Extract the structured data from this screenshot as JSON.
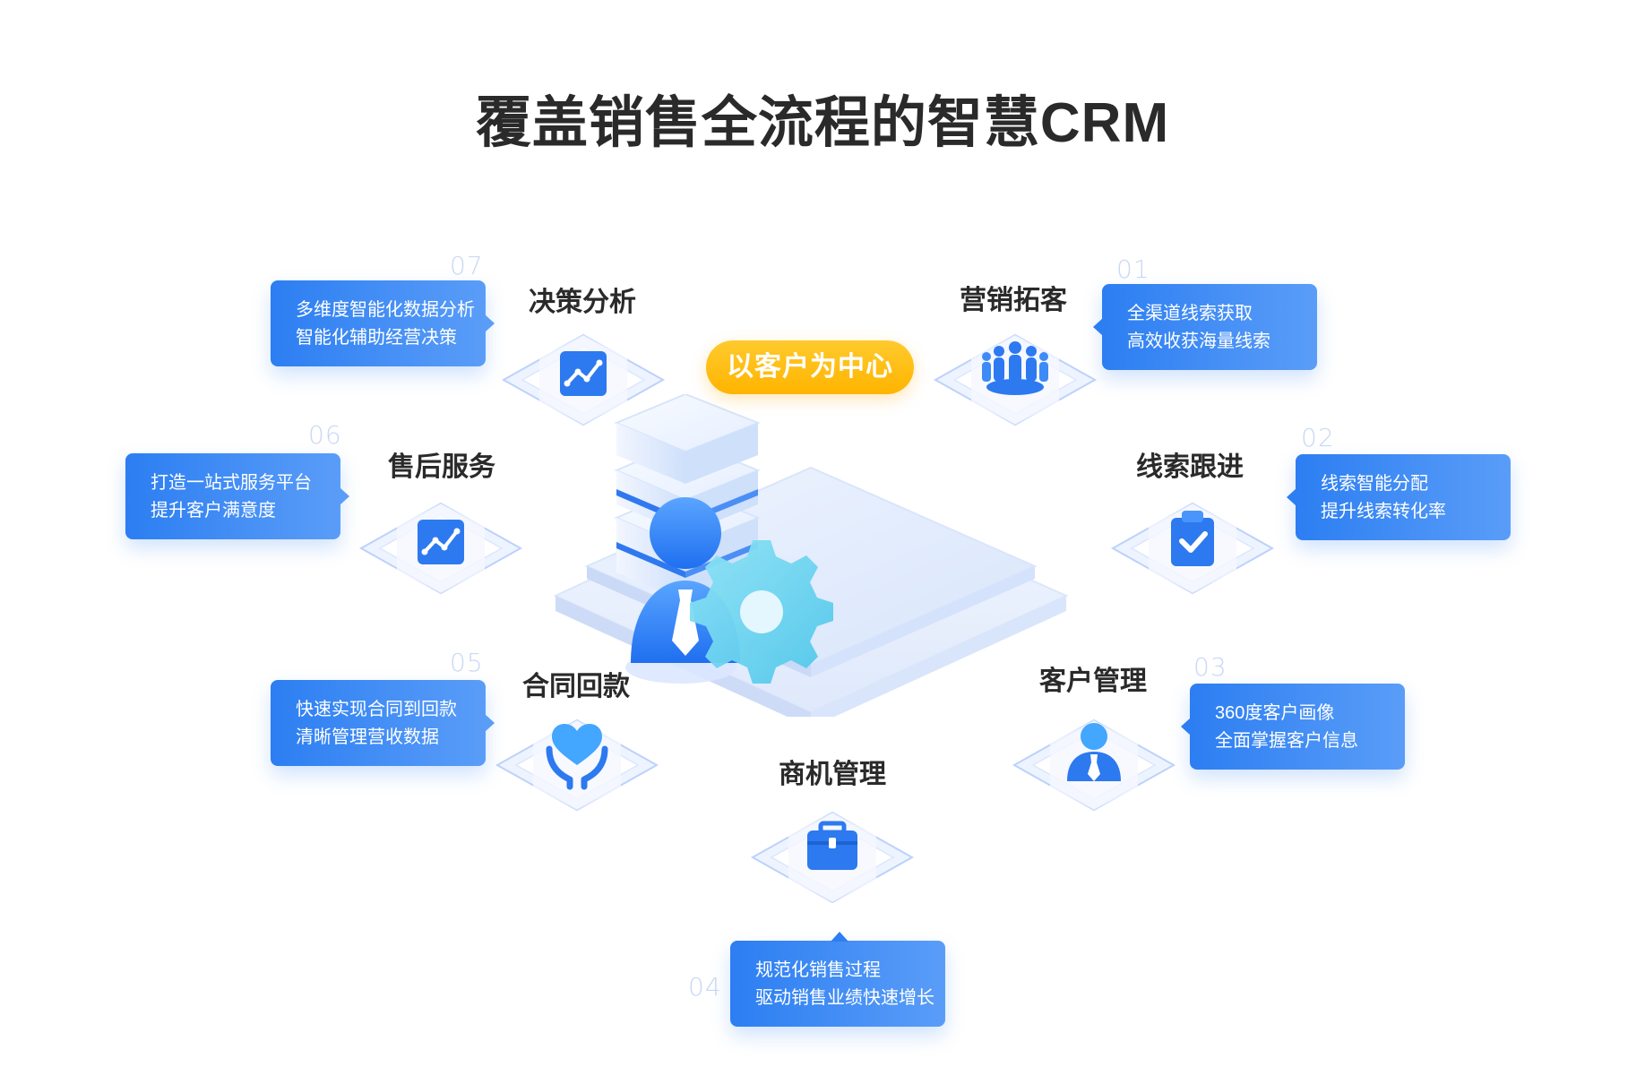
{
  "title": "覆盖销售全流程的智慧CRM",
  "center": {
    "label": "以客户为中心"
  },
  "modules": [
    {
      "id": "01",
      "title": "营销拓客",
      "lines": [
        "全渠道线索获取",
        "高效收获海量线索"
      ],
      "icon": "people-group-icon"
    },
    {
      "id": "02",
      "title": "线索跟进",
      "lines": [
        "线索智能分配",
        "提升线索转化率"
      ],
      "icon": "clipboard-check-icon"
    },
    {
      "id": "03",
      "title": "客户管理",
      "lines": [
        "360度客户画像",
        "全面掌握客户信息"
      ],
      "icon": "user-manager-icon"
    },
    {
      "id": "04",
      "title": "商机管理",
      "lines": [
        "规范化销售过程",
        "驱动销售业绩快速增长"
      ],
      "icon": "briefcase-icon"
    },
    {
      "id": "05",
      "title": "合同回款",
      "lines": [
        "快速实现合同到回款",
        "清晰管理营收数据"
      ],
      "icon": "heart-hands-icon"
    },
    {
      "id": "06",
      "title": "售后服务",
      "lines": [
        "打造一站式服务平台",
        "提升客户满意度"
      ],
      "icon": "trend-chart-icon"
    },
    {
      "id": "07",
      "title": "决策分析",
      "lines": [
        "多维度智能化数据分析",
        "智能化辅助经营决策"
      ],
      "icon": "trend-chart-icon"
    }
  ],
  "colors": {
    "primary_blue": "#2c7ef2",
    "light_blue": "#5a9df8",
    "accent_yellow": "#ffb400",
    "title_text": "#2a2a2a",
    "number_text": "#c9d8f4",
    "platform": "#e8f0fe"
  }
}
